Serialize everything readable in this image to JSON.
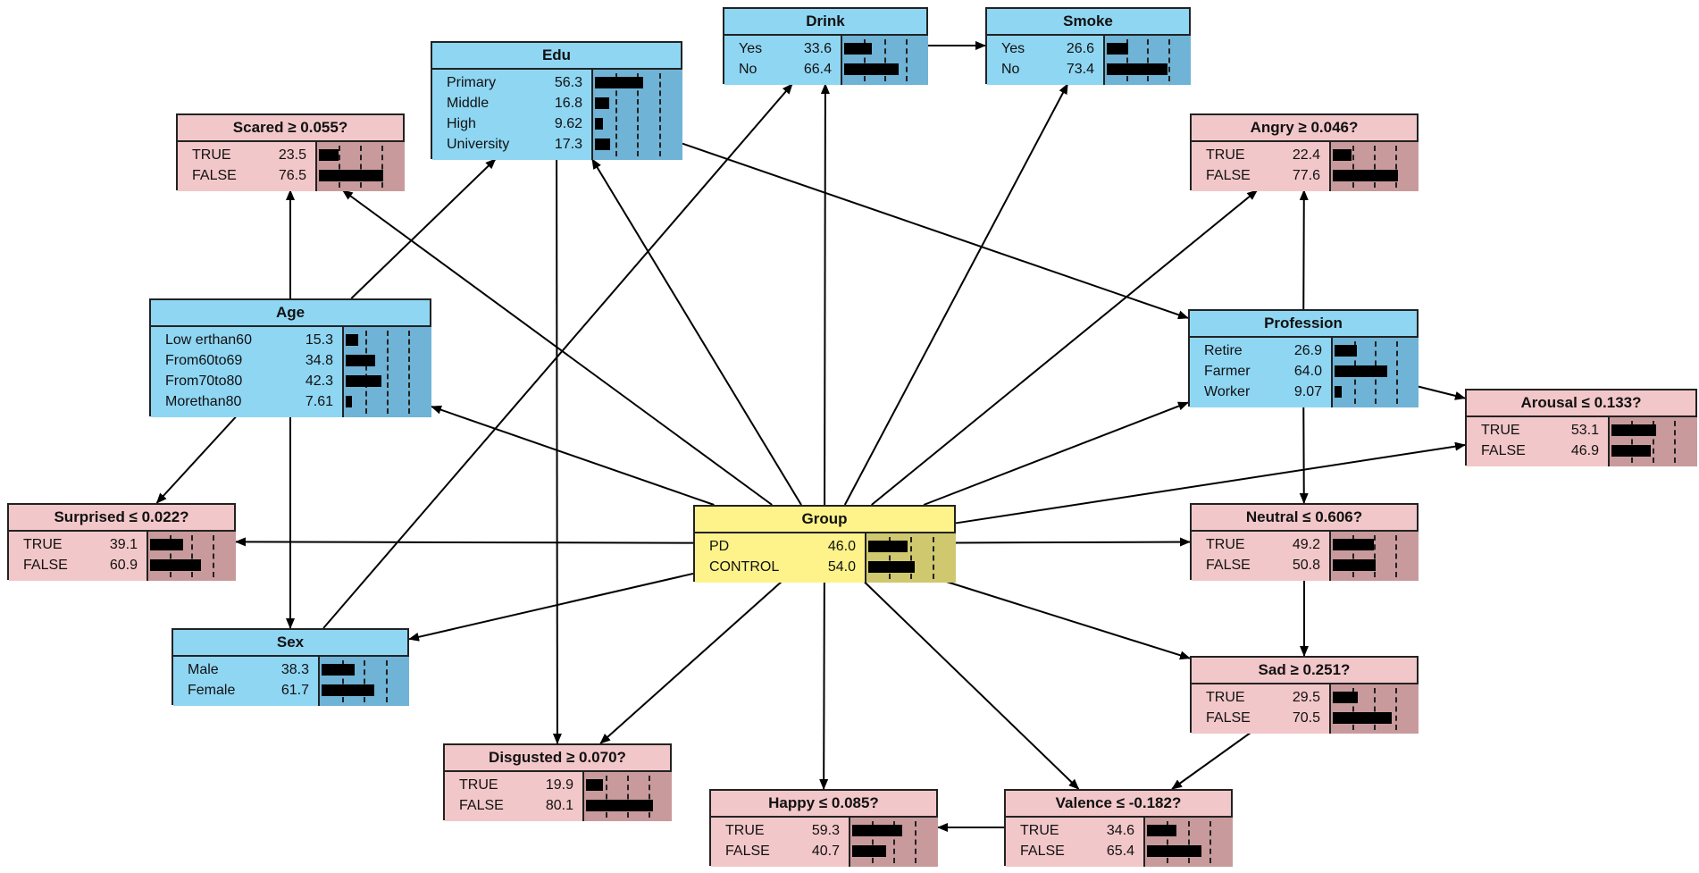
{
  "nodes": {
    "edu": {
      "title": "Edu",
      "color": "blue",
      "rows": [
        {
          "label": "Primary",
          "value": "56.3",
          "pct": 56.3
        },
        {
          "label": "Middle",
          "value": "16.8",
          "pct": 16.8
        },
        {
          "label": "High",
          "value": "9.62",
          "pct": 9.62
        },
        {
          "label": "University",
          "value": "17.3",
          "pct": 17.3
        }
      ]
    },
    "drink": {
      "title": "Drink",
      "color": "blue",
      "rows": [
        {
          "label": "Yes",
          "value": "33.6",
          "pct": 33.6
        },
        {
          "label": "No",
          "value": "66.4",
          "pct": 66.4
        }
      ]
    },
    "smoke": {
      "title": "Smoke",
      "color": "blue",
      "rows": [
        {
          "label": "Yes",
          "value": "26.6",
          "pct": 26.6
        },
        {
          "label": "No",
          "value": "73.4",
          "pct": 73.4
        }
      ]
    },
    "scared": {
      "title": "Scared ≥ 0.055?",
      "color": "pink",
      "rows": [
        {
          "label": "TRUE",
          "value": "23.5",
          "pct": 23.5
        },
        {
          "label": "FALSE",
          "value": "76.5",
          "pct": 76.5
        }
      ]
    },
    "angry": {
      "title": "Angry ≥ 0.046?",
      "color": "pink",
      "rows": [
        {
          "label": "TRUE",
          "value": "22.4",
          "pct": 22.4
        },
        {
          "label": "FALSE",
          "value": "77.6",
          "pct": 77.6
        }
      ]
    },
    "age": {
      "title": "Age",
      "color": "blue",
      "rows": [
        {
          "label": "Low erthan60",
          "value": "15.3",
          "pct": 15.3
        },
        {
          "label": "From60to69",
          "value": "34.8",
          "pct": 34.8
        },
        {
          "label": "From70to80",
          "value": "42.3",
          "pct": 42.3
        },
        {
          "label": "Morethan80",
          "value": "7.61",
          "pct": 7.61
        }
      ]
    },
    "profession": {
      "title": "Profession",
      "color": "blue",
      "rows": [
        {
          "label": "Retire",
          "value": "26.9",
          "pct": 26.9
        },
        {
          "label": "Farmer",
          "value": "64.0",
          "pct": 64.0
        },
        {
          "label": "Worker",
          "value": "9.07",
          "pct": 9.07
        }
      ]
    },
    "arousal": {
      "title": "Arousal ≤ 0.133?",
      "color": "pink",
      "rows": [
        {
          "label": "TRUE",
          "value": "53.1",
          "pct": 53.1
        },
        {
          "label": "FALSE",
          "value": "46.9",
          "pct": 46.9
        }
      ]
    },
    "surprised": {
      "title": "Surprised ≤ 0.022?",
      "color": "pink",
      "rows": [
        {
          "label": "TRUE",
          "value": "39.1",
          "pct": 39.1
        },
        {
          "label": "FALSE",
          "value": "60.9",
          "pct": 60.9
        }
      ]
    },
    "group": {
      "title": "Group",
      "color": "yellow",
      "rows": [
        {
          "label": "PD",
          "value": "46.0",
          "pct": 46.0
        },
        {
          "label": "CONTROL",
          "value": "54.0",
          "pct": 54.0
        }
      ]
    },
    "neutral": {
      "title": "Neutral ≤ 0.606?",
      "color": "pink",
      "rows": [
        {
          "label": "TRUE",
          "value": "49.2",
          "pct": 49.2
        },
        {
          "label": "FALSE",
          "value": "50.8",
          "pct": 50.8
        }
      ]
    },
    "sex": {
      "title": "Sex",
      "color": "blue",
      "rows": [
        {
          "label": "Male",
          "value": "38.3",
          "pct": 38.3
        },
        {
          "label": "Female",
          "value": "61.7",
          "pct": 61.7
        }
      ]
    },
    "sad": {
      "title": "Sad ≥ 0.251?",
      "color": "pink",
      "rows": [
        {
          "label": "TRUE",
          "value": "29.5",
          "pct": 29.5
        },
        {
          "label": "FALSE",
          "value": "70.5",
          "pct": 70.5
        }
      ]
    },
    "disgusted": {
      "title": "Disgusted ≥ 0.070?",
      "color": "pink",
      "rows": [
        {
          "label": "TRUE",
          "value": "19.9",
          "pct": 19.9
        },
        {
          "label": "FALSE",
          "value": "80.1",
          "pct": 80.1
        }
      ]
    },
    "happy": {
      "title": "Happy ≤ 0.085?",
      "color": "pink",
      "rows": [
        {
          "label": "TRUE",
          "value": "59.3",
          "pct": 59.3
        },
        {
          "label": "FALSE",
          "value": "40.7",
          "pct": 40.7
        }
      ]
    },
    "valence": {
      "title": "Valence ≤ -0.182?",
      "color": "pink",
      "rows": [
        {
          "label": "TRUE",
          "value": "34.6",
          "pct": 34.6
        },
        {
          "label": "FALSE",
          "value": "65.4",
          "pct": 65.4
        }
      ]
    }
  },
  "edges": [
    [
      "drink",
      "smoke"
    ],
    [
      "age",
      "scared"
    ],
    [
      "age",
      "edu"
    ],
    [
      "age",
      "surprised"
    ],
    [
      "age",
      "sex"
    ],
    [
      "edu",
      "profession"
    ],
    [
      "edu",
      "disgusted"
    ],
    [
      "sex",
      "drink"
    ],
    [
      "profession",
      "angry"
    ],
    [
      "profession",
      "arousal"
    ],
    [
      "profession",
      "neutral"
    ],
    [
      "neutral",
      "sad"
    ],
    [
      "sad",
      "valence"
    ],
    [
      "valence",
      "happy"
    ],
    [
      "group",
      "edu"
    ],
    [
      "group",
      "drink"
    ],
    [
      "group",
      "smoke"
    ],
    [
      "group",
      "scared"
    ],
    [
      "group",
      "angry"
    ],
    [
      "group",
      "age"
    ],
    [
      "group",
      "profession"
    ],
    [
      "group",
      "arousal"
    ],
    [
      "group",
      "surprised"
    ],
    [
      "group",
      "neutral"
    ],
    [
      "group",
      "sex"
    ],
    [
      "group",
      "sad"
    ],
    [
      "group",
      "disgusted"
    ],
    [
      "group",
      "happy"
    ],
    [
      "group",
      "valence"
    ]
  ]
}
